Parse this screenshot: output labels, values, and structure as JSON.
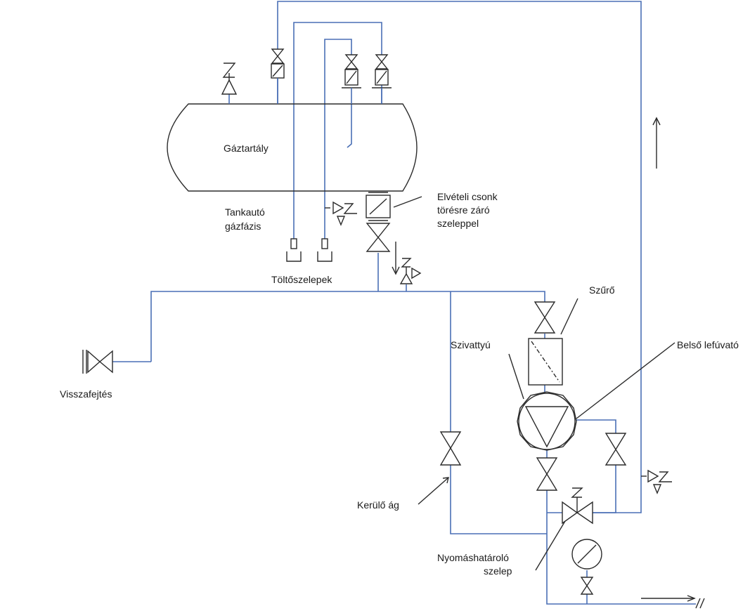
{
  "labels": {
    "gas_tank": "Gáztartály",
    "tanker_gas_phase_line1": "Tankautó",
    "tanker_gas_phase_line2": "gázfázis",
    "fill_valves": "Töltőszelepek",
    "outlet_line1": "Elvételi csonk",
    "outlet_line2": "törésre záró",
    "outlet_line3": "szeleppel",
    "filter": "Szűrő",
    "pump": "Szivattyú",
    "internal_blowoff": "Belső lefúvató",
    "return_pumping": "Visszafejtés",
    "bypass": "Kerülő ág",
    "relief_valve_line1": "Nyomáshatároló",
    "relief_valve_line2": "szelep"
  },
  "colors": {
    "pipe": "#4a6fb5",
    "ink": "#2b2b2b"
  },
  "icons": {
    "gate_valve": "bowtie-valve-icon",
    "safety_valve": "spring-safety-valve-icon",
    "excess_flow_valve": "excess-flow-valve-icon",
    "pump": "centrifugal-pump-icon",
    "filter": "filter-icon",
    "pressure_gauge": "pressure-gauge-icon"
  }
}
